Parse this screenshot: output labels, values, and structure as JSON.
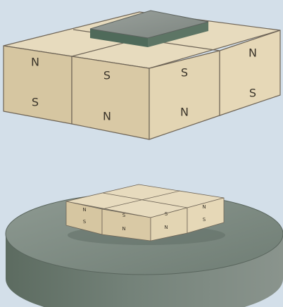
{
  "colors": {
    "background": "#d3dfe9",
    "block_side": "#d8c8a4",
    "block_top": "#e8dcc1",
    "superconductor_top": "#8d948e",
    "base_disc": "#6f7d72"
  },
  "top_array": {
    "blocks": [
      {
        "upper": "N",
        "lower": "S"
      },
      {
        "upper": "S",
        "lower": "N"
      },
      {
        "upper": "S",
        "lower": "N"
      },
      {
        "upper": "N",
        "lower": "S"
      }
    ]
  },
  "bottom_array": {
    "blocks": [
      {
        "upper": "N",
        "lower": "S"
      },
      {
        "upper": "S",
        "lower": "N"
      },
      {
        "upper": "S",
        "lower": "N"
      },
      {
        "upper": "N",
        "lower": "S"
      }
    ]
  }
}
